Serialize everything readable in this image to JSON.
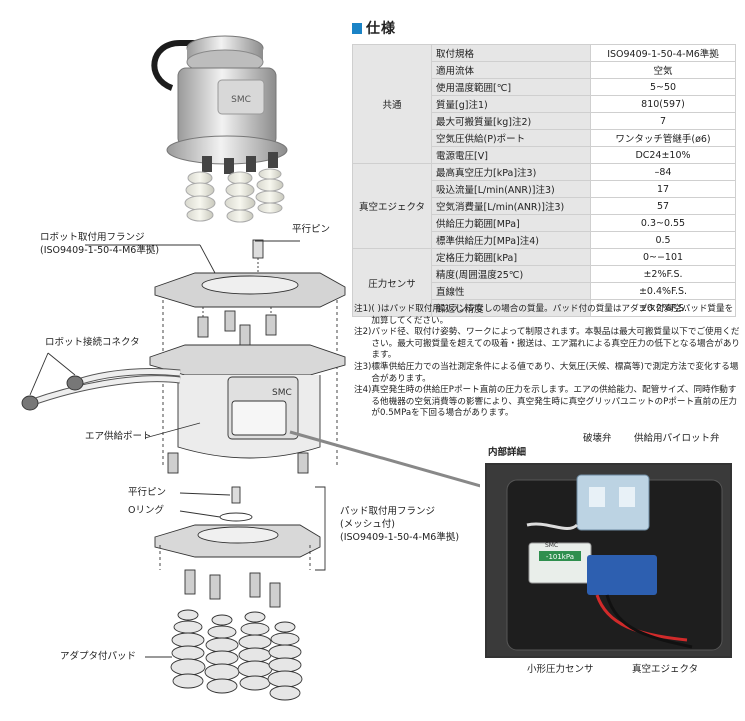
{
  "section": {
    "title": "仕様"
  },
  "spec": {
    "groups": {
      "common": "共通",
      "ejector": "真空エジェクタ",
      "sensor": "圧力センサ"
    },
    "rows": [
      {
        "item": "取付規格",
        "value": "ISO9409-1-50-4-M6準拠"
      },
      {
        "item": "適用流体",
        "value": "空気"
      },
      {
        "item": "使用温度範囲[℃]",
        "value": "5~50"
      },
      {
        "item": "質量[g]注1)",
        "value": "810(597)"
      },
      {
        "item": "最大可搬質量[kg]注2)",
        "value": "7"
      },
      {
        "item": "空気圧供給(P)ポート",
        "value": "ワンタッチ管継手(ø6)"
      },
      {
        "item": "電源電圧[V]",
        "value": "DC24±10%"
      },
      {
        "item": "最高真空圧力[kPa]注3)",
        "value": "–84"
      },
      {
        "item": "吸込流量[L/min(ANR)]注3)",
        "value": "17"
      },
      {
        "item": "空気消費量[L/min(ANR)]注3)",
        "value": "57"
      },
      {
        "item": "供給圧力範囲[MPa]",
        "value": "0.3~0.55"
      },
      {
        "item": "標準供給圧力[MPa]注4)",
        "value": "0.5"
      },
      {
        "item": "定格圧力範囲[kPa]",
        "value": "0~−101"
      },
      {
        "item": "精度(周囲温度25℃)",
        "value": "±2%F.S."
      },
      {
        "item": "直線性",
        "value": "±0.4%F.S."
      },
      {
        "item": "繰返し精度",
        "value": "±0.2%F.S."
      }
    ]
  },
  "notes": [
    {
      "label": "注1)",
      "text": "( )はパッド取付用フランジなしの場合の質量。パッド付の質量はアダプタ付真空パッド質量を加算してください。"
    },
    {
      "label": "注2)",
      "text": "パッド径、取付け姿勢、ワークによって制限されます。本製品は最大可搬質量以下でご使用ください。最大可搬質量を超えての吸着・搬送は、エア漏れによる真空圧力の低下となる場合があります。"
    },
    {
      "label": "注3)",
      "text": "標準供給圧力での当社測定条件による値であり、大気圧(天候、標高等)で測定方法で変化する場合があります。"
    },
    {
      "label": "注4)",
      "text": "真空発生時の供給圧Pポート直前の圧力を示します。エアの供給能力、配管サイズ、同時作動する他機器の空気消費等の影響により、真空発生時に真空グリッパユニットのPポート直前の圧力が0.5MPaを下回る場合があります。"
    }
  ],
  "diagram": {
    "robot_flange": "ロボット取付用フランジ",
    "robot_flange_std": "(ISO9409-1-50-4-M6準拠)",
    "parallel_pin_top": "平行ピン",
    "robot_connector": "ロボット接続コネクタ",
    "air_port": "エア供給ポート",
    "parallel_pin_bottom": "平行ピン",
    "o_ring": "Oリング",
    "pad_flange_1": "パッド取付用フランジ",
    "pad_flange_2": "(メッシュ付)",
    "pad_flange_3": "(ISO9409-1-50-4-M6準拠)",
    "adapter_pad": "アダプタ付パッド",
    "brand": "SMC"
  },
  "detail": {
    "title": "内部詳細",
    "break_valve": "破壊弁",
    "pilot_valve": "供給用パイロット弁",
    "sensor_label": "小形圧力センサ",
    "ejector_label": "真空エジェクタ",
    "sensor_display": "-101kPa",
    "sensor_brand": "SMC"
  }
}
